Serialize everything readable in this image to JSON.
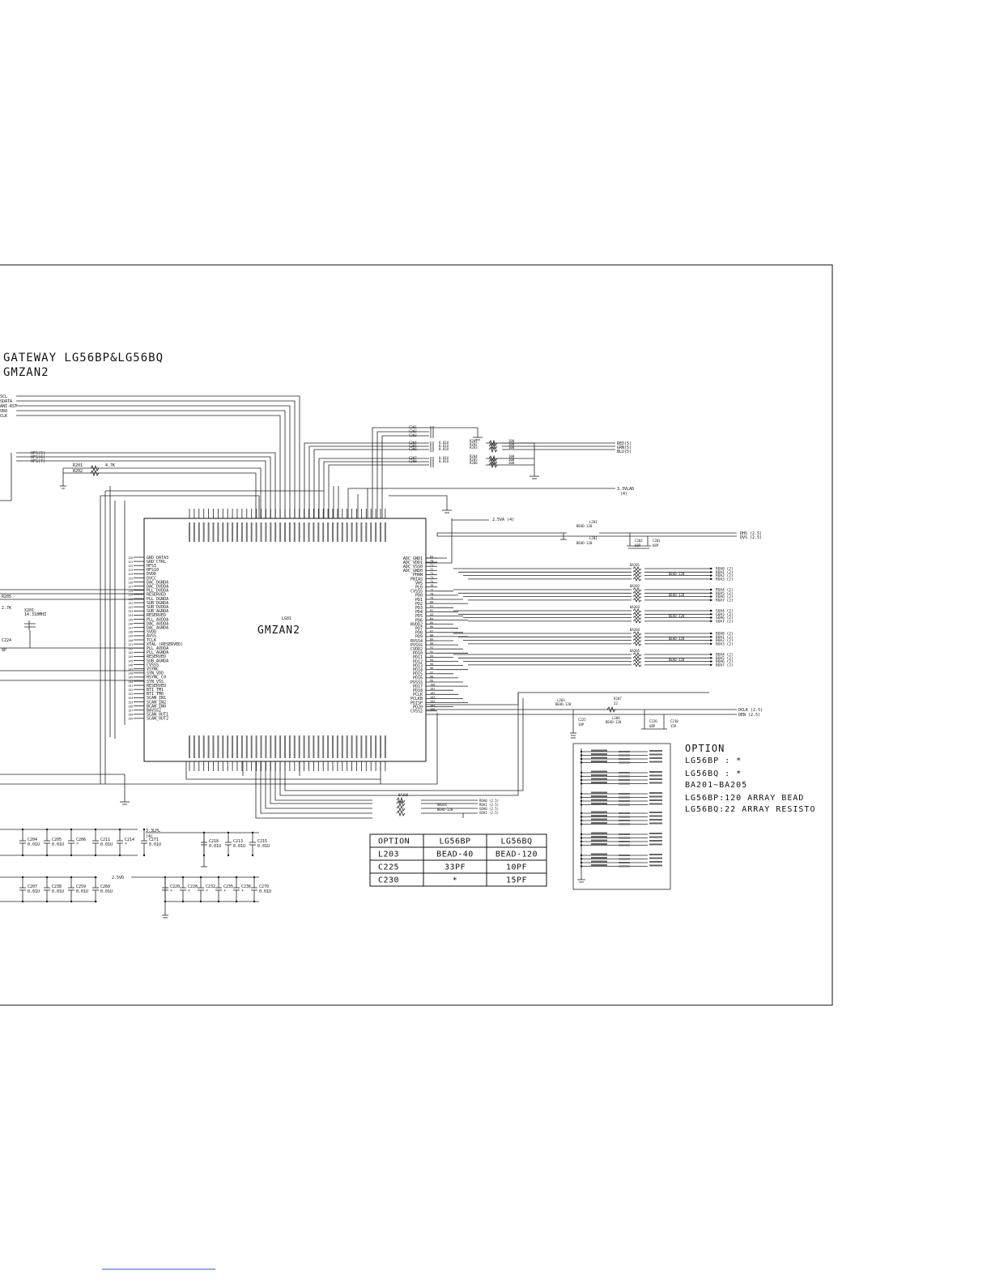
{
  "title": {
    "line1": "GATEWAY LG56BP&LG56BQ",
    "line2": "GMZAN2"
  },
  "chip": {
    "ref": "LG01",
    "name": "GMZAN2",
    "left_pins": [
      "GRD_DATA3",
      "GRD_CTRL",
      "HFS1",
      "HFS10",
      "DVDD",
      "DVCC",
      "DAC_DGNDA",
      "DAC_DVDDA",
      "PLL_DVDDA",
      "RESERVED",
      "PLL_DGNDA",
      "SUB_DGNDA",
      "SUB_DVDDA",
      "SUB_AGNDA",
      "RESERVED",
      "PLL_AVDDA",
      "DAC_AVDDA",
      "DAC_AGNDA",
      "SVDD",
      "AVSS",
      "TCLK",
      "XTAL (RESERVED)",
      "PLL_AVDDA",
      "PLL_AGNDA",
      "RESERVED",
      "SUB_AGNDA",
      "CVSSS",
      "VSYNC",
      "SYN_VDD",
      "HSYNC_C0",
      "SYN_VSS",
      "RESERVED",
      "BTI_TM1",
      "BTI_TM0",
      "SCAN_IN1",
      "SCAN_IN2",
      "BCAN_IN0",
      "BAVSS2",
      "SCAN_OUT1",
      "SCAN_OUT2"
    ],
    "right_pins": [
      "ADC_GND1",
      "ADC_VDD1",
      "ADC_VSS0",
      "ADC_GND0",
      "PHAN",
      "PBIAS",
      "VHS",
      "PL0",
      "CVSSS",
      "PD0",
      "PD1",
      "PD2",
      "PD3",
      "PD4",
      "PD5",
      "PD6",
      "RVDD2",
      "PD7",
      "PD8",
      "PD9",
      "RVSS4",
      "PVSSS",
      "CVDD2",
      "PD10",
      "PD11",
      "PD12",
      "PD13",
      "PD14",
      "PD15",
      "PD16",
      "PVSSS",
      "PD17",
      "PD18",
      "PCLK",
      "PCLKB",
      "PDISP",
      "PD20",
      "CVSS2"
    ]
  },
  "left_nets": [
    "SCL",
    "SDATA",
    "ANI-RST",
    "VR0",
    "CLK",
    "HFS(5)",
    "HFS(6)",
    "HFS(7)"
  ],
  "left_parts": {
    "r_left": "R201",
    "r_left2": "R202",
    "r_val": "4.7K",
    "r205": "R205",
    "r205_val": "2.7K",
    "x201": "X201",
    "x201_val": "14.318MHZ",
    "c224": "C224",
    "c_val": "8P"
  },
  "rgb_nets": [
    "RED(5)",
    "GRN(5)",
    "BLU(5)"
  ],
  "rgb_parts": {
    "caps": [
      "C201",
      "C202",
      "C203",
      "C204",
      "C205",
      "C206",
      "C207",
      "C208"
    ],
    "res": [
      "R201",
      "R202",
      "R203",
      "R204",
      "R205",
      "R206"
    ],
    "cap_val": "0.01U",
    "res_val": "100"
  },
  "power_labels": {
    "v33": "3.3VLAD",
    "v33_page": "(4)",
    "v25": "2.5VA (4)",
    "v33lpl": "3.3LPL",
    "v33lpl_page": "(4)",
    "v25d": "2.5VD"
  },
  "hsync_block": {
    "l201": "L201",
    "bead": "BEAD-120",
    "l202": "L202",
    "c202": "C202",
    "c201": "C201",
    "cap_val": "68P",
    "nets": [
      "DHS (2.5)",
      "DVS (2.5)"
    ]
  },
  "bead_blocks": [
    {
      "ref": "BA201",
      "part": "BEAD-120",
      "nets": [
        "ROA0 (2)",
        "ROA1 (2)",
        "ROA2 (2)",
        "ROA3 (2)"
      ]
    },
    {
      "ref": "BA202",
      "part": "BEAD-120",
      "nets": [
        "ROA4 (2)",
        "ROA5 (2)",
        "ROA6 (2)",
        "ROA7 (2)"
      ]
    },
    {
      "ref": "BA203",
      "part": "BEAD-120",
      "nets": [
        "GOA4 (2)",
        "GOA5 (2)",
        "GOA6 (2)",
        "GOA7 (2)"
      ]
    },
    {
      "ref": "BA204",
      "part": "BEAD-120",
      "nets": [
        "BOA0 (2)",
        "BOA1 (2)",
        "BOA2 (2)",
        "BOA3 (2)"
      ]
    },
    {
      "ref": "BA205",
      "part": "BEAD-120",
      "nets": [
        "BOA4 (2)",
        "BOA5 (2)",
        "BOA6 (2)",
        "BOA7 (2)"
      ]
    }
  ],
  "clock_block": {
    "l203": "L203",
    "l203_part": "BEAD-120",
    "r207": "R207",
    "r207_val": "22",
    "l204": "L204",
    "l204_part": "BEAD-120",
    "c225": "C225",
    "c225_val": "10P",
    "c226": "C226",
    "c226_val": "68P",
    "c230": "C230",
    "c230_val": "15P",
    "nets": [
      "DCLK (2.5)",
      "DEN (2.5)"
    ]
  },
  "bottom_bead": {
    "ref": "BA200",
    "part": "BEAD-120",
    "r_ref": "RN201",
    "nets": [
      "ROA0 (2.5)",
      "ROA1 (2.5)",
      "GOA0 (2.5)",
      "GOA1 (2.5)"
    ]
  },
  "option_table": {
    "headers": [
      "OPTION",
      "LG56BP",
      "LG56BQ"
    ],
    "rows": [
      [
        "L203",
        "BEAD-40",
        "BEAD-120"
      ],
      [
        "C225",
        "33PF",
        "10PF"
      ],
      [
        "C230",
        "*",
        "15PF"
      ]
    ]
  },
  "option_notes": {
    "title": "OPTION",
    "lines": [
      "LG56BP : *",
      "LG56BQ : *",
      "BA201~BA205",
      "LG56BP:120 ARRAY BEAD",
      "LG56BQ:22 ARRAY RESISTO"
    ]
  },
  "cap_row1": [
    "C204",
    "C205",
    "C206",
    "C211",
    "C214",
    "C271"
  ],
  "cap_row1_vals": [
    "0.01U",
    "0.01U",
    "*",
    "0.01U",
    "*",
    "0.01U"
  ],
  "cap_row1b": [
    "C218",
    "C213",
    "C215"
  ],
  "cap_row1b_vals": [
    "0.01U",
    "0.01U",
    "0.01U"
  ],
  "cap_row2": [
    "C207",
    "C238",
    "C259",
    "C260"
  ],
  "cap_row2_vals": [
    "0.01U",
    "0.01U",
    "0.01U",
    "0.01U"
  ],
  "cap_row2b": [
    "C220",
    "C228",
    "C232",
    "C235",
    "C236",
    "C270"
  ],
  "cap_row2b_vals": [
    "*",
    "*",
    "*",
    "*",
    "*",
    "0.01U"
  ]
}
